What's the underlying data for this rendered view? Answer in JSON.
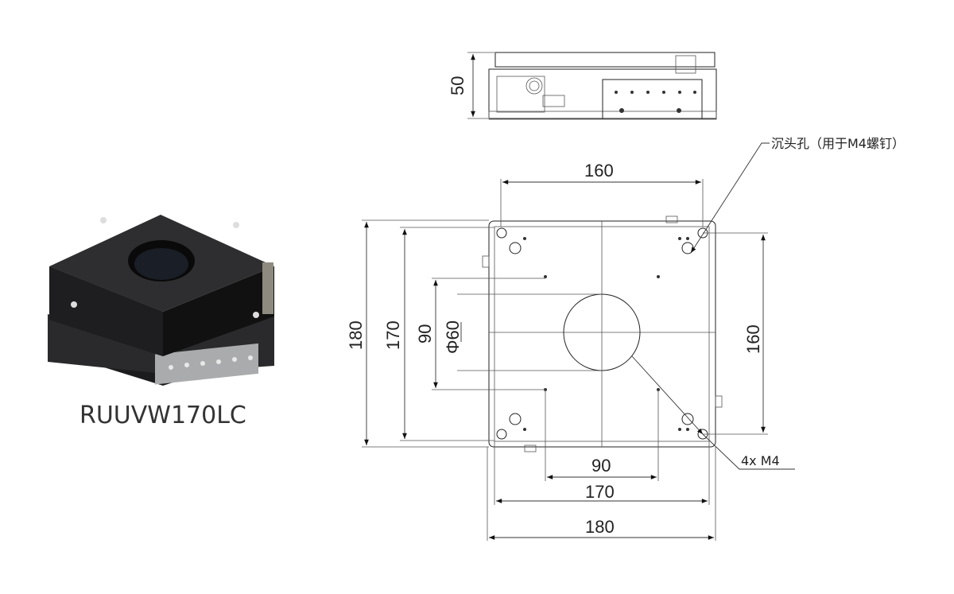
{
  "product": {
    "model": "RUUVW170LC"
  },
  "side_view": {
    "height_label": "50"
  },
  "top_view": {
    "dims": {
      "top_width": "160",
      "left_outer": "180",
      "left_mid": "170",
      "left_inner": "90",
      "hole_diameter": "Φ60",
      "right_height": "160",
      "bottom_inner": "90",
      "bottom_mid": "170",
      "bottom_outer": "180"
    },
    "notes": {
      "counterbore": "沉头孔（用于M4螺钉）",
      "threaded_holes": "4x M4"
    }
  }
}
